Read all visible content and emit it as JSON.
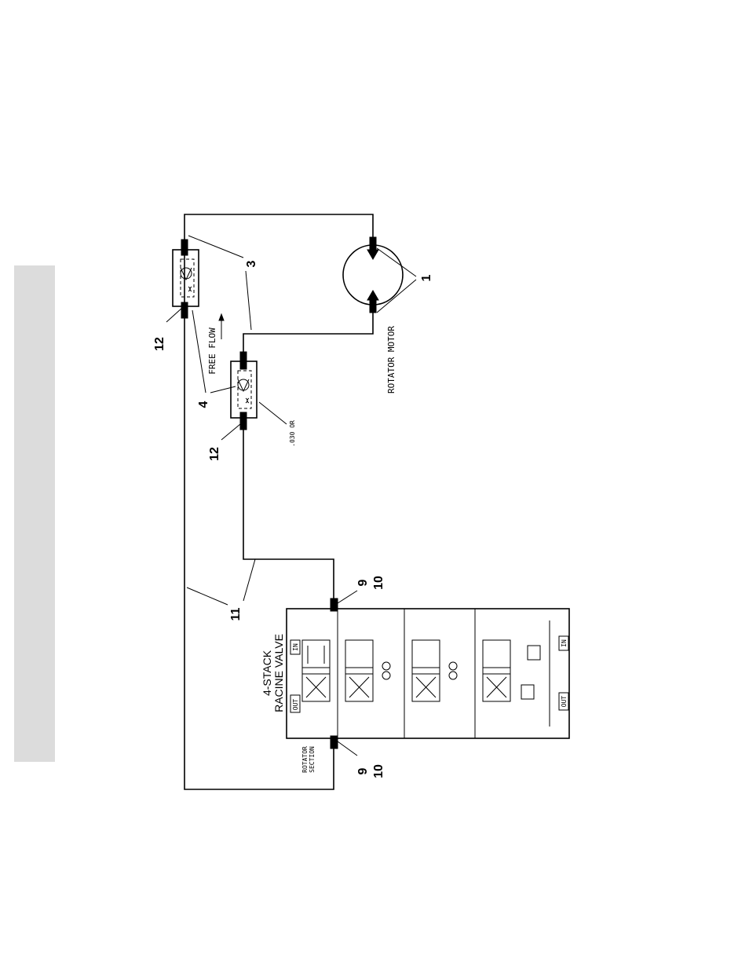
{
  "diagram": {
    "callouts": {
      "c1": "1",
      "c3": "3",
      "c4": "4",
      "c9a": "9",
      "c10a": "10",
      "c9b": "9",
      "c10b": "10",
      "c11": "11",
      "c12a": "12",
      "c12b": "12"
    },
    "labels": {
      "free_flow": "FREE FLOW",
      "rotator_motor": "ROTATOR MOTOR",
      "orifice": ".030 OR",
      "valve_title_line1": "4-STACK",
      "valve_title_line2": "RACINE VALVE",
      "rotator_section_line1": "ROTATOR",
      "rotator_section_line2": "SECTION",
      "port_out_top": "OUT",
      "port_in_top": "IN",
      "port_out_bottom": "OUT",
      "port_in_bottom": "IN"
    }
  }
}
